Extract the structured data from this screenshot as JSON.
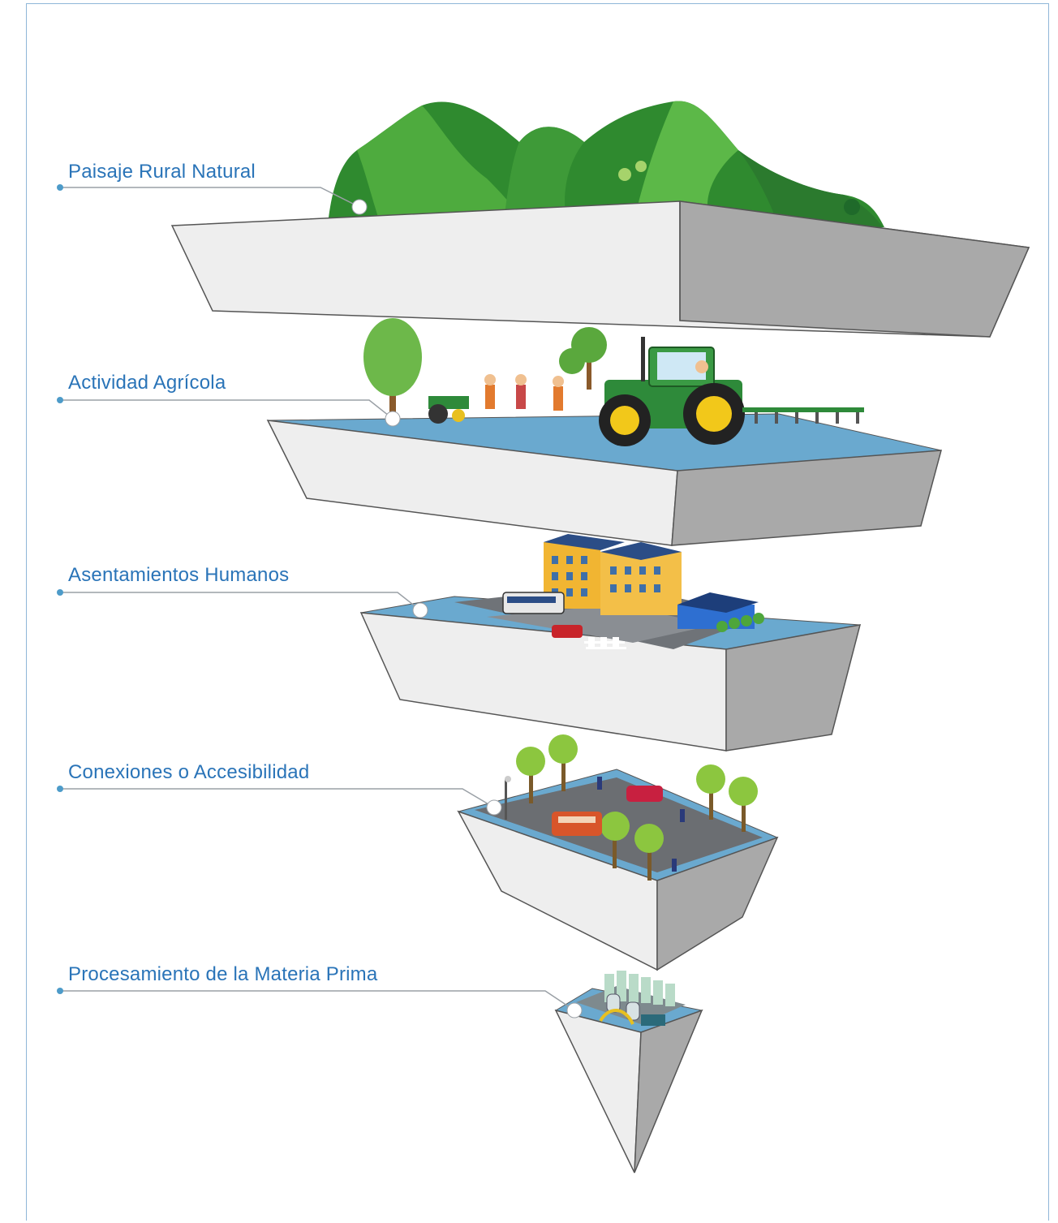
{
  "layers": [
    {
      "label": "Paisaje Rural Natural",
      "icon": "mountains-icon"
    },
    {
      "label": "Actividad Agrícola",
      "icon": "tractor-farm-icon"
    },
    {
      "label": "Asentamientos Humanos",
      "icon": "buildings-city-icon"
    },
    {
      "label": "Conexiones o Accesibilidad",
      "icon": "street-park-icon"
    },
    {
      "label": "Procesamiento de la Materia Prima",
      "icon": "factory-icon"
    }
  ],
  "colors": {
    "label_text": "#2a74b8",
    "leader_line": "#9aa0a6",
    "block_front": "#eeeeee",
    "block_side": "#a9a9a9",
    "top_surface": "#6aa9cf",
    "grass": "#2f8a2f",
    "frame": "#8fb6d8"
  }
}
